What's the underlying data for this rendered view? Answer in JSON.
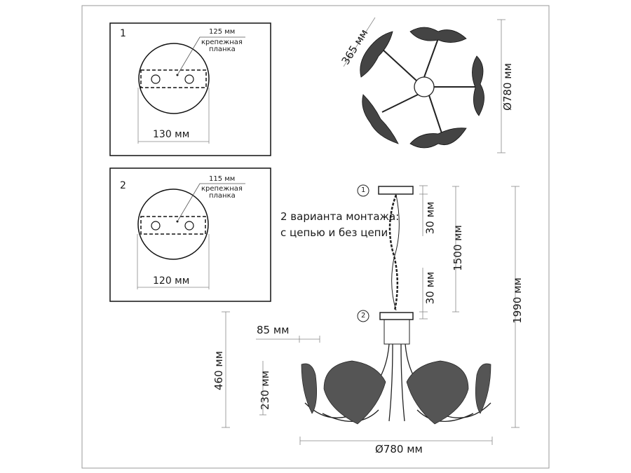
{
  "mount_box_1": {
    "number": "1",
    "plate_length": "125 мм",
    "plate_label_line1": "крепежная",
    "plate_label_line2": "планка",
    "diameter": "130 мм"
  },
  "mount_box_2": {
    "number": "2",
    "plate_length": "115 мм",
    "plate_label_line1": "крепежная",
    "plate_label_line2": "планка",
    "diameter": "120 мм"
  },
  "top_view": {
    "arm_length": "365 мм",
    "diameter": "Ø780 мм"
  },
  "side_view": {
    "marker_1": "1",
    "marker_2": "2",
    "note_line1": "2 варианта монтажа:",
    "note_line2": "с цепью и без цепи",
    "canopy_height_top": "30 мм",
    "canopy_height_bottom": "30 мм",
    "chain_height": "1500 мм",
    "total_height": "1990 мм",
    "body_height": "460 мм",
    "offset": "85 мм",
    "shade_height": "230 мм",
    "diameter": "Ø780 мм"
  }
}
